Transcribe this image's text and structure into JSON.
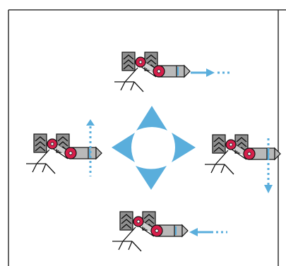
{
  "diagram": {
    "caption": "",
    "center": {
      "icon": "four-direction-arrows-icon",
      "arrows": [
        "up",
        "right",
        "down",
        "left"
      ]
    },
    "tools": [
      {
        "id": "top",
        "position": "top",
        "motion": "right",
        "motion_style": "arrow-then-dotted"
      },
      {
        "id": "left",
        "position": "left",
        "motion": "up",
        "motion_style": "dotted-with-arrowhead"
      },
      {
        "id": "right",
        "position": "right",
        "motion": "down",
        "motion_style": "dotted-with-arrowhead"
      },
      {
        "id": "bottom",
        "position": "bottom",
        "motion": "left",
        "motion_style": "arrow-then-dotted"
      }
    ]
  },
  "colors": {
    "accent_blue": "#5aaedc",
    "joint_red": "#d61f4b",
    "pad_gray": "#8f8f8f",
    "body_gray": "#b9b9b9",
    "outline": "#111111",
    "frame": "#333333",
    "background": "#ffffff"
  }
}
